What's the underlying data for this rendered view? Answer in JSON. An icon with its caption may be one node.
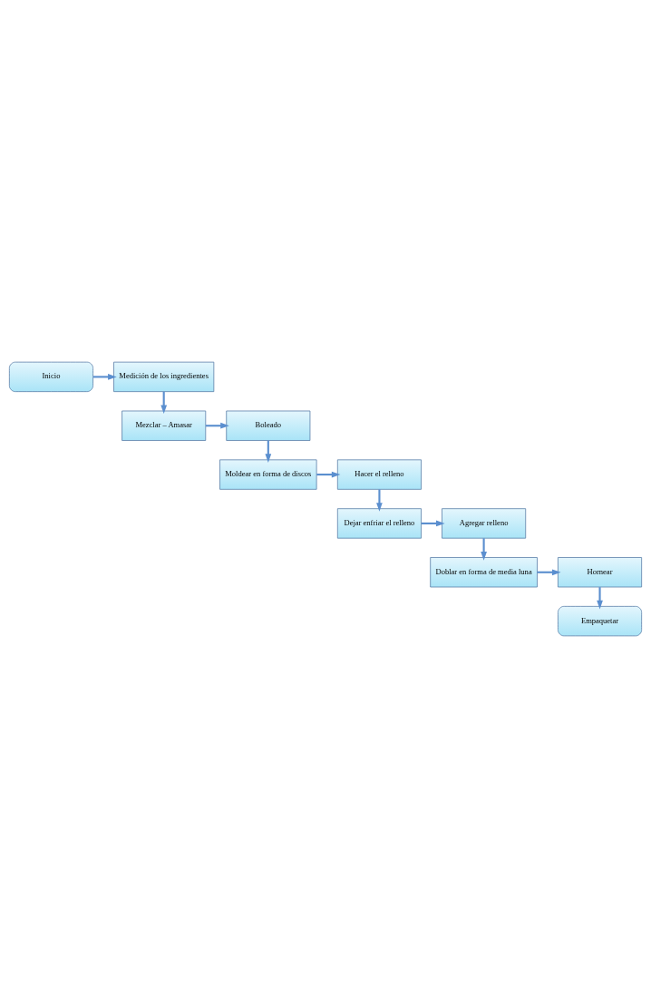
{
  "diagram": {
    "nodes": [
      {
        "text": [
          "Inicio"
        ]
      },
      {
        "text": [
          "Medición de los ingredientes"
        ]
      },
      {
        "text": [
          "Mezclar – Amasar"
        ]
      },
      {
        "text": [
          "Boleado"
        ]
      },
      {
        "text": [
          "Moldear en forma de discos"
        ]
      },
      {
        "text": [
          "Hacer el relleno"
        ]
      },
      {
        "text": [
          "Dejar enfriar el relleno"
        ]
      },
      {
        "text": [
          "Agregar relleno"
        ]
      },
      {
        "text": [
          "Doblar en forma de media luna"
        ]
      },
      {
        "text": [
          "Hornear"
        ]
      },
      {
        "text": [
          "Empaquetar"
        ]
      }
    ],
    "edges": [
      {
        "from": 0,
        "to": 1,
        "arrow": "to"
      },
      {
        "from": 1,
        "to": 2,
        "arrow": "to"
      },
      {
        "from": 2,
        "to": 3,
        "arrow": "to"
      },
      {
        "from": 3,
        "to": 4,
        "arrow": "to"
      },
      {
        "from": 4,
        "to": 5,
        "arrow": "to"
      },
      {
        "from": 5,
        "to": 6,
        "arrow": "to"
      },
      {
        "from": 6,
        "to": 7,
        "arrow": "to"
      },
      {
        "from": 7,
        "to": 8,
        "arrow": "to"
      },
      {
        "from": 8,
        "to": 9,
        "arrow": "to"
      },
      {
        "from": 9,
        "to": 10,
        "arrow": "to"
      }
    ]
  }
}
